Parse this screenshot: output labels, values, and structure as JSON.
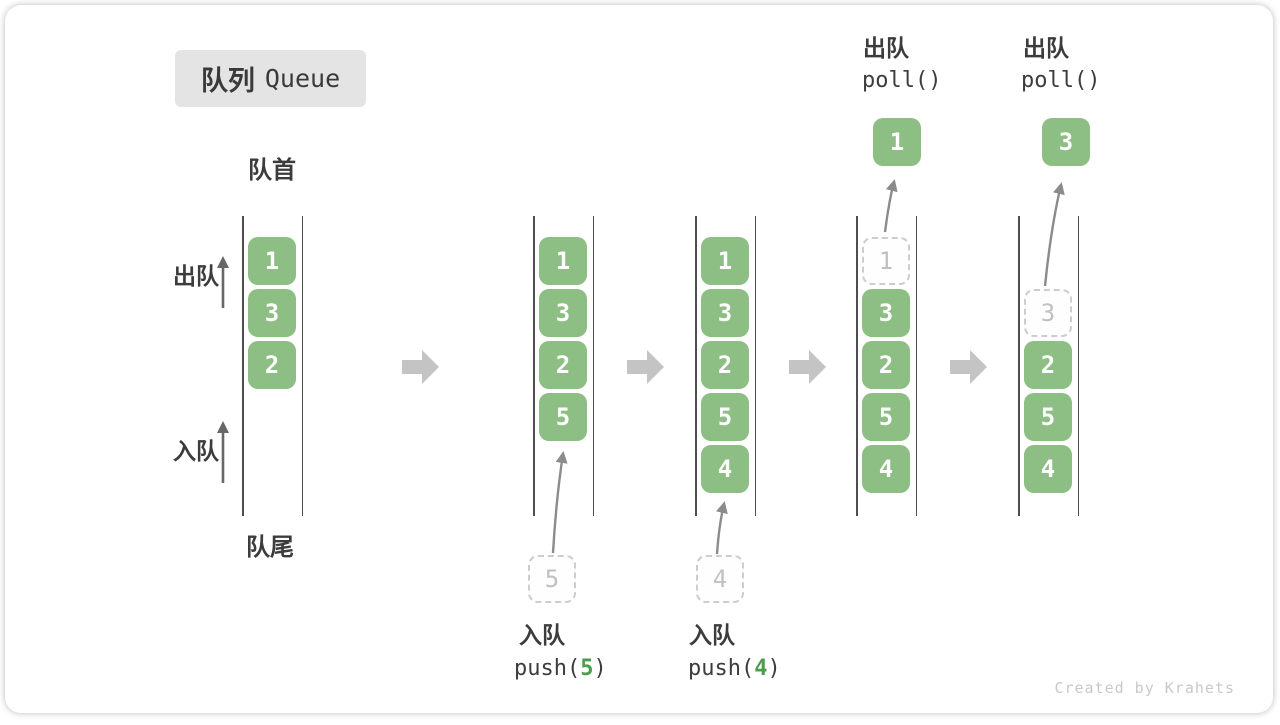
{
  "title": {
    "zh": "队列",
    "en": "Queue"
  },
  "labels": {
    "front": "队首",
    "rear": "队尾",
    "dequeue": "出队",
    "enqueue": "入队"
  },
  "colors": {
    "cell_green": "#8dbe83",
    "code_green": "#4a9d4a",
    "text_dark": "#3c3c3c",
    "flow_arrow_gray": "#c4c4c4"
  },
  "stages": [
    {
      "queue": [
        "1",
        "3",
        "2"
      ]
    },
    {
      "queue": [
        "1",
        "3",
        "2",
        "5"
      ],
      "pending": "5",
      "action_label": "入队",
      "code_pre": "push(",
      "code_arg": "5",
      "code_post": ")"
    },
    {
      "queue": [
        "1",
        "3",
        "2",
        "5",
        "4"
      ],
      "pending": "4",
      "action_label": "入队",
      "code_pre": "push(",
      "code_arg": "4",
      "code_post": ")"
    },
    {
      "queue_ghost": "1",
      "queue": [
        "3",
        "2",
        "5",
        "4"
      ],
      "action_label": "出队",
      "code": "poll()",
      "out_value": "1"
    },
    {
      "queue_ghost": "3",
      "queue": [
        "2",
        "5",
        "4"
      ],
      "action_label": "出队",
      "code": "poll()",
      "out_value": "3"
    }
  ],
  "watermark": "Created by Krahets"
}
